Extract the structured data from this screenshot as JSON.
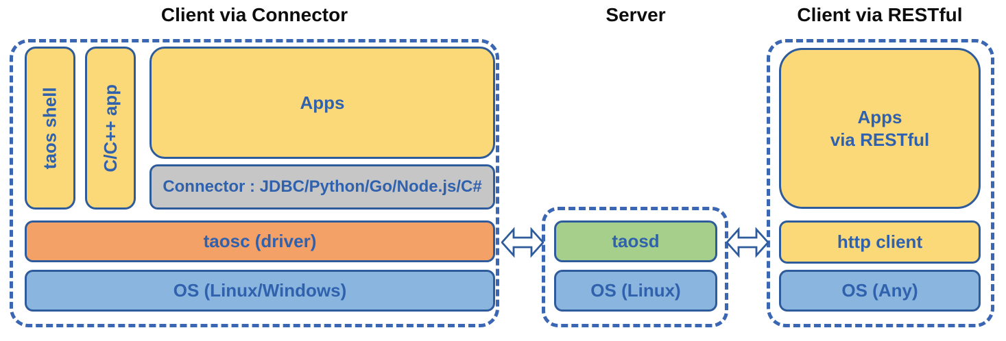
{
  "titles": {
    "left": "Client via Connector",
    "middle": "Server",
    "right": "Client via RESTful"
  },
  "left_section": {
    "taos_shell": "taos shell",
    "cpp_app": "C/C++ app",
    "apps": "Apps",
    "connector": "Connector : JDBC/Python/Go/Node.js/C#",
    "taosc": "taosc (driver)",
    "os": "OS (Linux/Windows)"
  },
  "server_section": {
    "taosd": "taosd",
    "os": "OS (Linux)"
  },
  "rest_section": {
    "apps_line1": "Apps",
    "apps_line2": "via RESTful",
    "http_client": "http client",
    "os": "OS (Any)"
  },
  "icons": {
    "left_arrow": "double-arrow-icon",
    "right_arrow": "double-arrow-icon"
  },
  "colors": {
    "yellow_box": "#FBD979",
    "orange_box": "#F4A168",
    "blue_box": "#8AB5DF",
    "green_box": "#A5CF8B",
    "gray_box": "#C6C6C6",
    "box_border": "#2E5B9B",
    "dashed_border": "#3A66B4",
    "label_text": "#3061AD",
    "title_text": "#0D0D0D"
  }
}
